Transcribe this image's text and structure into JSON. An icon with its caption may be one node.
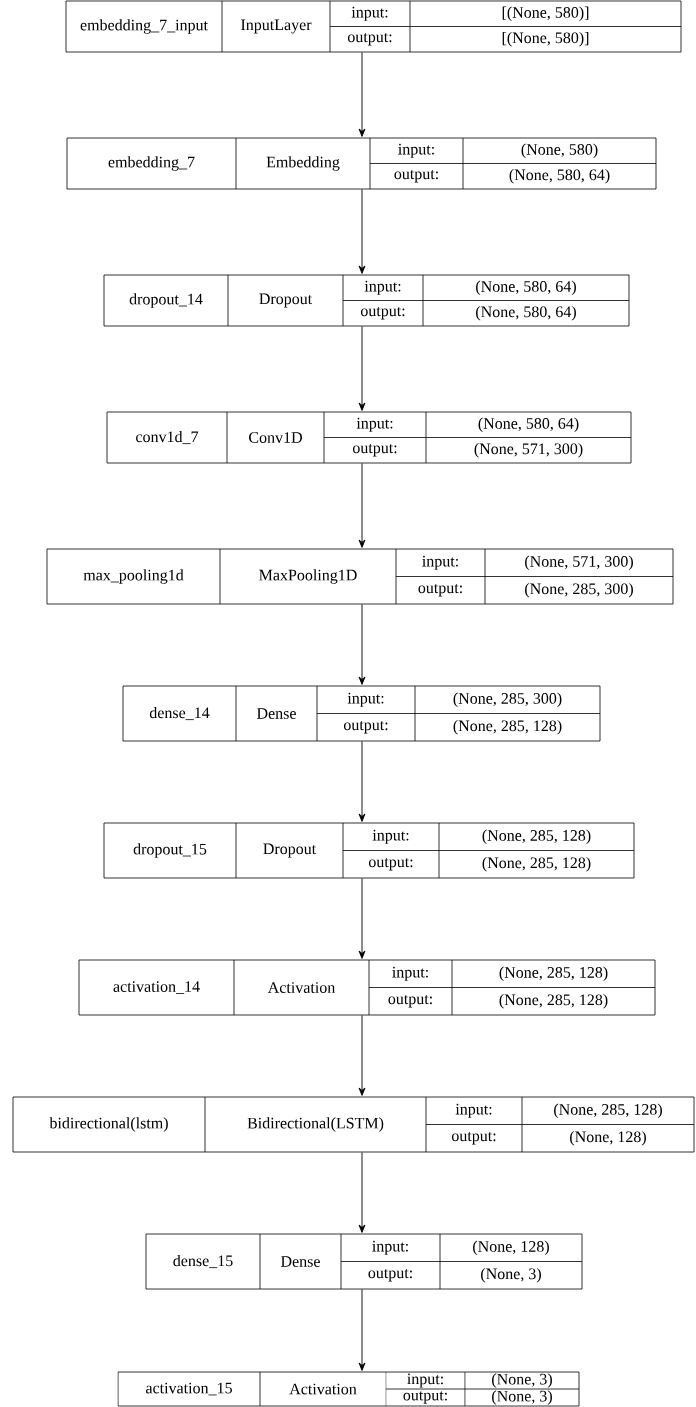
{
  "diagram": {
    "nodes": [
      {
        "text": [
          "embedding_7_input",
          "InputLayer",
          "input:",
          "[(None, 580)]",
          "output:",
          "[(None, 580)]"
        ]
      },
      {
        "text": [
          "embedding_7",
          "Embedding",
          "input:",
          "(None, 580)",
          "output:",
          "(None, 580, 64)"
        ]
      },
      {
        "text": [
          "dropout_14",
          "Dropout",
          "input:",
          "(None, 580, 64)",
          "output:",
          "(None, 580, 64)"
        ]
      },
      {
        "text": [
          "conv1d_7",
          "Conv1D",
          "input:",
          "(None, 580, 64)",
          "output:",
          "(None, 571, 300)"
        ]
      },
      {
        "text": [
          "max_pooling1d",
          "MaxPooling1D",
          "input:",
          "(None, 571, 300)",
          "output:",
          "(None, 285, 300)"
        ]
      },
      {
        "text": [
          "dense_14",
          "Dense",
          "input:",
          "(None, 285, 300)",
          "output:",
          "(None, 285, 128)"
        ]
      },
      {
        "text": [
          "dropout_15",
          "Dropout",
          "input:",
          "(None, 285, 128)",
          "output:",
          "(None, 285, 128)"
        ]
      },
      {
        "text": [
          "activation_14",
          "Activation",
          "input:",
          "(None, 285, 128)",
          "output:",
          "(None, 285, 128)"
        ]
      },
      {
        "text": [
          "bidirectional(lstm)",
          "Bidirectional(LSTM)",
          "input:",
          "(None, 285, 128)",
          "output:",
          "(None, 128)"
        ]
      },
      {
        "text": [
          "dense_15",
          "Dense",
          "input:",
          "(None, 128)",
          "output:",
          "(None, 3)"
        ]
      },
      {
        "text": [
          "activation_15",
          "Activation",
          "input:",
          "(None, 3)",
          "output:",
          "(None, 3)"
        ]
      }
    ],
    "edges": [
      {
        "from": 0,
        "to": 1,
        "arrow": "to"
      },
      {
        "from": 1,
        "to": 2,
        "arrow": "to"
      },
      {
        "from": 2,
        "to": 3,
        "arrow": "to"
      },
      {
        "from": 3,
        "to": 4,
        "arrow": "to"
      },
      {
        "from": 4,
        "to": 5,
        "arrow": "to"
      },
      {
        "from": 5,
        "to": 6,
        "arrow": "to"
      },
      {
        "from": 6,
        "to": 7,
        "arrow": "to"
      },
      {
        "from": 7,
        "to": 8,
        "arrow": "to"
      },
      {
        "from": 8,
        "to": 9,
        "arrow": "to"
      },
      {
        "from": 9,
        "to": 10,
        "arrow": "to"
      }
    ]
  }
}
